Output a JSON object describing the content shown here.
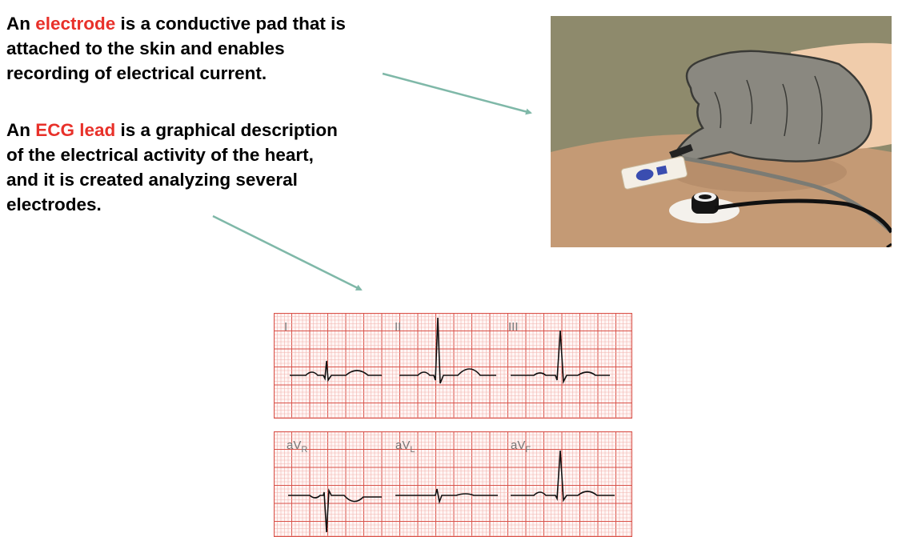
{
  "paragraphs": [
    {
      "lines": [
        [
          "An ",
          "electrode",
          " is a conductive pad that is"
        ],
        [
          "attached to the skin and enables"
        ],
        [
          "recording of electrical current."
        ]
      ]
    },
    {
      "lines": [
        [
          "An ",
          "ECG lead",
          " is a graphical description"
        ],
        [
          "of the electrical activity of the heart,"
        ],
        [
          "and it is created analyzing several"
        ],
        [
          "electrodes."
        ]
      ]
    }
  ],
  "colors": {
    "highlight": "#e8312a",
    "arrow": "#7fb8a8",
    "grid_major": "#d9534a",
    "grid_minor": "#f2b3ae",
    "trace": "#111111"
  },
  "ecg": {
    "top_leads": [
      {
        "label": "I",
        "sub": ""
      },
      {
        "label": "II",
        "sub": ""
      },
      {
        "label": "III",
        "sub": ""
      }
    ],
    "bottom_leads": [
      {
        "label": "aV",
        "sub": "R"
      },
      {
        "label": "aV",
        "sub": "L"
      },
      {
        "label": "aV",
        "sub": "F"
      }
    ]
  },
  "icons": {
    "photo": "glove-attaching-electrode-illustration",
    "arrow": "pointer-arrow-icon"
  }
}
